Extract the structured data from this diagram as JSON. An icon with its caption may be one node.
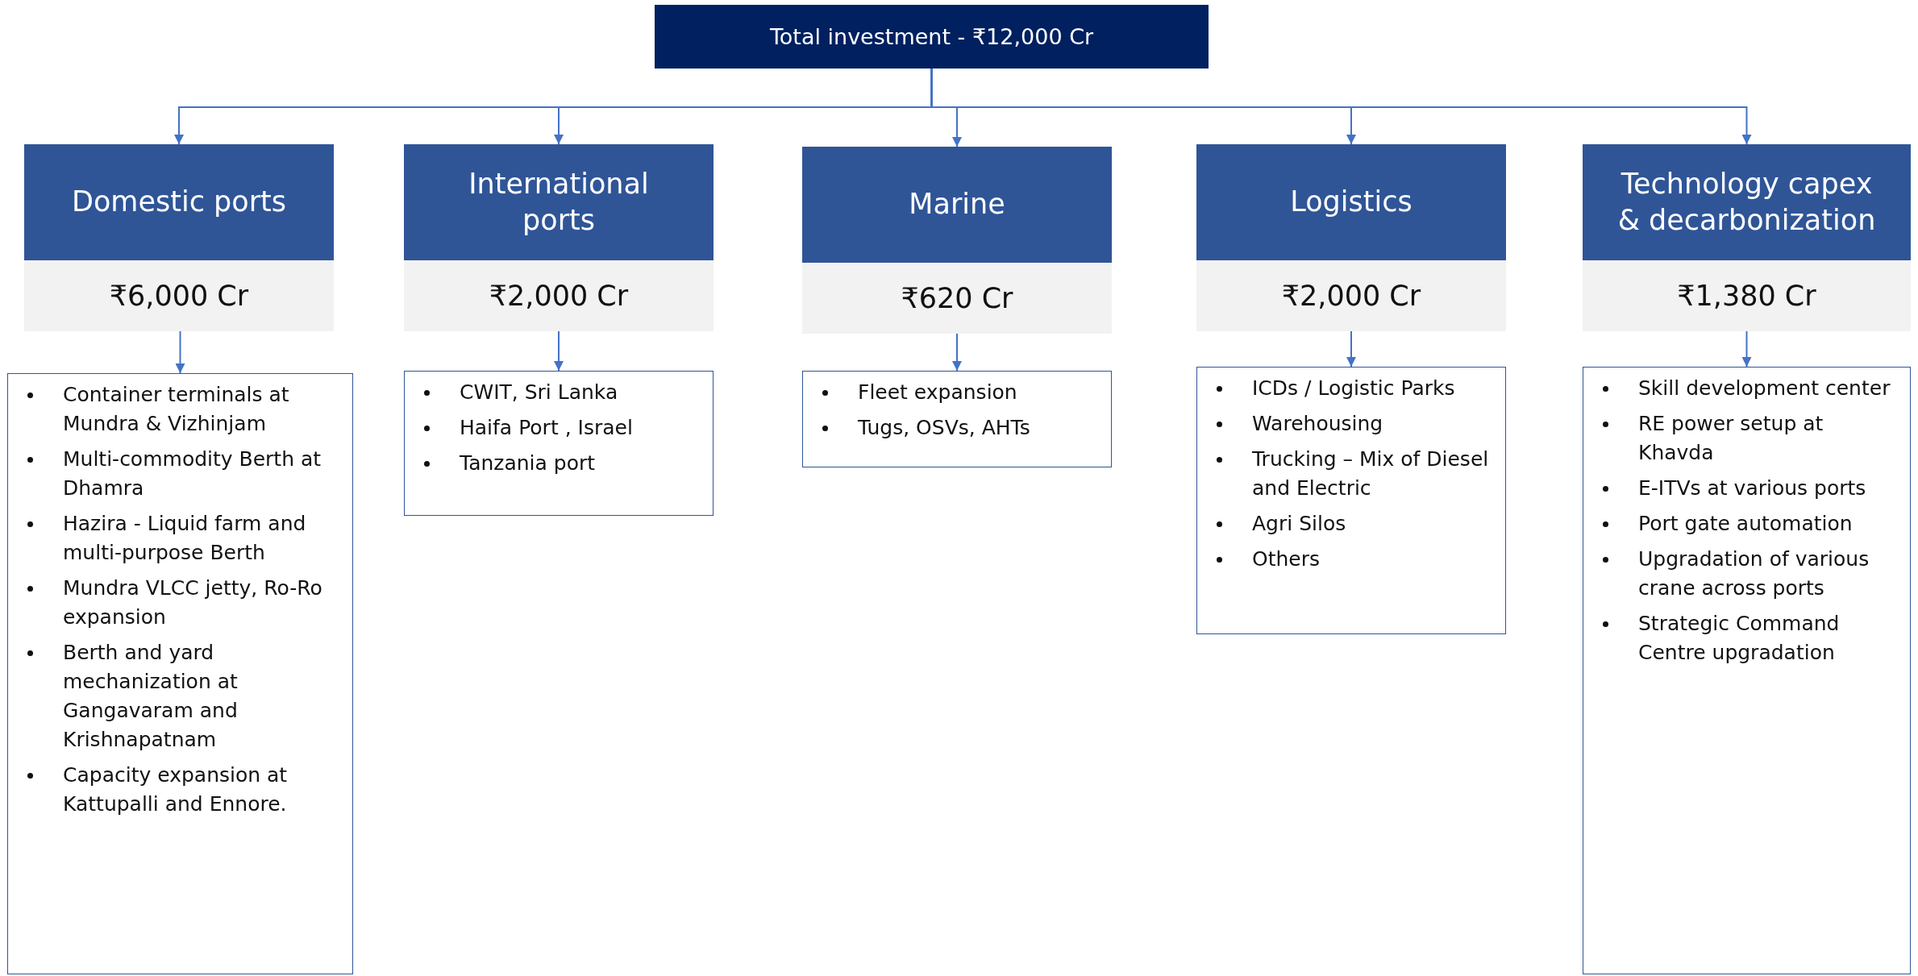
{
  "diagram": {
    "nodes": [
      {
        "text": [
          "Total investment - ₹12,000 Cr"
        ]
      },
      {
        "text": [
          "Domestic ports"
        ]
      },
      {
        "text": [
          "₹6,000 Cr"
        ]
      },
      {
        "text": [
          "Container terminals at Mundra & Vizhinjam",
          "Multi-commodity Berth at Dhamra",
          "Hazira - Liquid farm and multi-purpose Berth",
          "Mundra VLCC jetty, Ro-Ro expansion",
          "Berth and yard mechanization at Gangavaram and Krishnapatnam",
          "Capacity expansion at Kattupalli and Ennore."
        ]
      },
      {
        "text": [
          "International ports"
        ]
      },
      {
        "text": [
          "₹2,000 Cr"
        ]
      },
      {
        "text": [
          "CWIT, Sri Lanka",
          "Haifa Port , Israel",
          "Tanzania port"
        ]
      },
      {
        "text": [
          "Marine"
        ]
      },
      {
        "text": [
          "₹620 Cr"
        ]
      },
      {
        "text": [
          "Fleet expansion",
          "Tugs, OSVs, AHTs"
        ]
      },
      {
        "text": [
          "Logistics"
        ]
      },
      {
        "text": [
          "₹2,000 Cr"
        ]
      },
      {
        "text": [
          "ICDs / Logistic Parks",
          "Warehousing",
          "Trucking – Mix of Diesel and Electric",
          "Agri Silos",
          "Others"
        ]
      },
      {
        "text": [
          "Technology capex & decarbonization"
        ]
      },
      {
        "text": [
          "₹1,380 Cr"
        ]
      },
      {
        "text": [
          "Skill development center",
          "RE power setup at Khavda",
          "E-ITVs at various ports",
          "Port gate automation",
          "Upgradation of various crane across ports",
          "Strategic Command Centre upgradation"
        ]
      }
    ],
    "edges": [
      {
        "from": 0,
        "to": 1,
        "arrow": "to"
      },
      {
        "from": 0,
        "to": 4,
        "arrow": "to"
      },
      {
        "from": 0,
        "to": 7,
        "arrow": "to"
      },
      {
        "from": 0,
        "to": 10,
        "arrow": "to"
      },
      {
        "from": 0,
        "to": 13,
        "arrow": "to"
      },
      {
        "from": 2,
        "to": 3,
        "arrow": "to"
      },
      {
        "from": 5,
        "to": 6,
        "arrow": "to"
      },
      {
        "from": 8,
        "to": 9,
        "arrow": "to"
      },
      {
        "from": 11,
        "to": 12,
        "arrow": "to"
      },
      {
        "from": 14,
        "to": 15,
        "arrow": "to"
      }
    ]
  }
}
